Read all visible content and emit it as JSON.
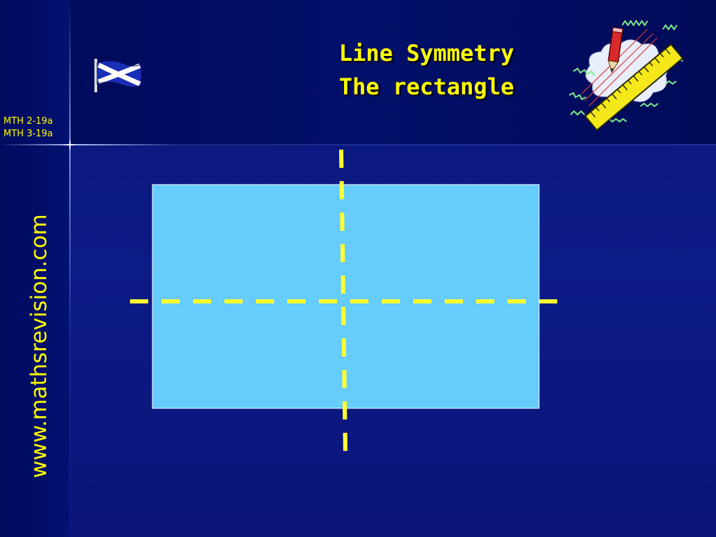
{
  "slide": {
    "title_line1": "Line Symmetry",
    "title_line2": "The rectangle",
    "curriculum_codes": [
      "MTH 2-19a",
      "MTH 3-19a"
    ],
    "website": "www.mathsrevision.com"
  },
  "icons": {
    "flag": "saltire-flag-icon",
    "clipart": "pencil-and-ruler-icon"
  },
  "colors": {
    "background": "#0d1b86",
    "text": "#ffff00",
    "rectangle_fill": "#66ccfb",
    "symmetry_line": "#ffff33"
  },
  "shape": {
    "name": "rectangle",
    "lines_of_symmetry": 2
  }
}
